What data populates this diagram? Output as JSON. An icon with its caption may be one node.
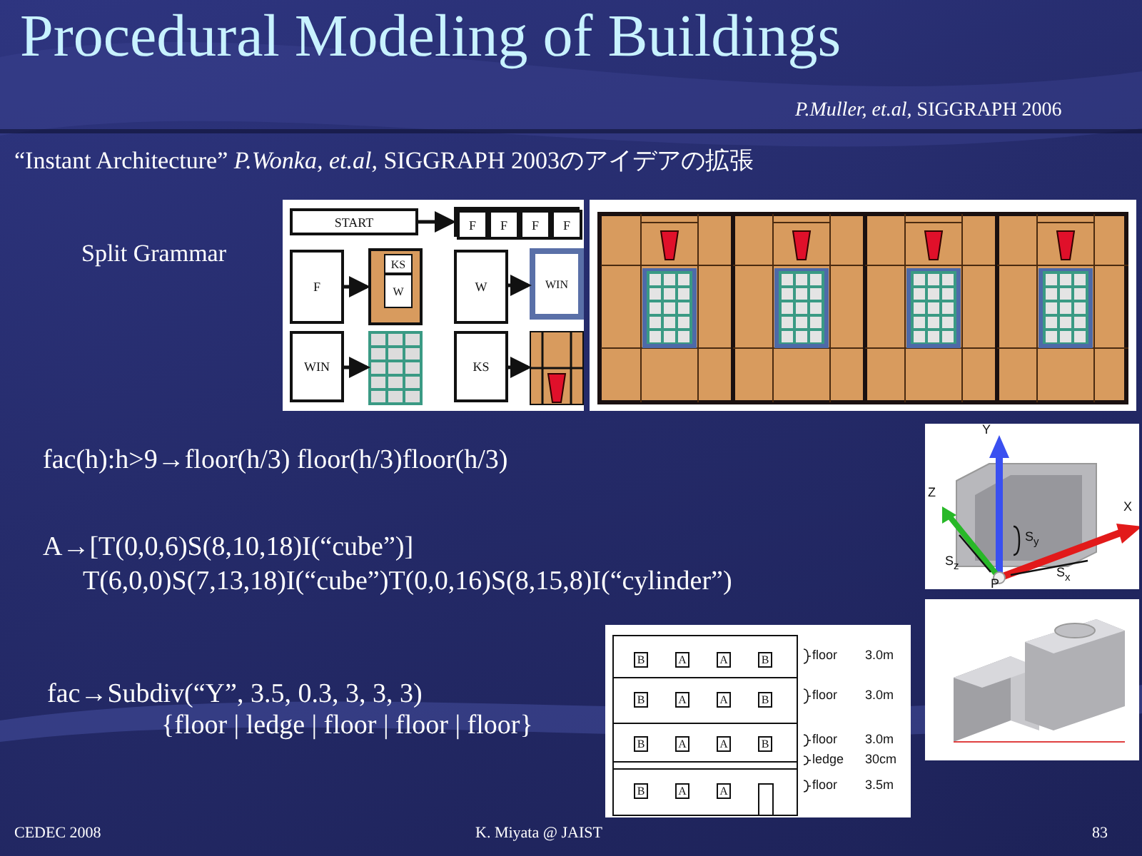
{
  "diagram": {
    "title": "Procedural Modeling of Buildings",
    "nodes": [
      {
        "text": [
          "START"
        ]
      },
      {
        "text": [],
        "shape": "box"
      },
      {
        "text": [
          "F"
        ],
        "in": 1
      },
      {
        "text": [
          "F"
        ],
        "in": 1
      },
      {
        "text": [
          "F"
        ],
        "in": 1
      },
      {
        "text": [
          "F"
        ],
        "in": 1
      },
      {
        "text": [
          "F"
        ]
      },
      {
        "text": [],
        "shape": "box"
      },
      {
        "text": [
          "KS"
        ],
        "in": 7
      },
      {
        "text": [
          "W"
        ],
        "in": 7
      },
      {
        "text": [
          "W"
        ]
      },
      {
        "text": [
          "WIN"
        ]
      },
      {
        "text": [
          "WIN"
        ]
      },
      {
        "text": [],
        "shape": "picture"
      },
      {
        "text": [
          "KS"
        ]
      },
      {
        "text": [],
        "shape": "picture"
      },
      {
        "text": [],
        "shape": "box"
      },
      {
        "text": [
          "B"
        ],
        "in": 16
      },
      {
        "text": [
          "A"
        ],
        "in": 16
      },
      {
        "text": [
          "A"
        ],
        "in": 16
      },
      {
        "text": [
          "B"
        ],
        "in": 16
      },
      {
        "text": [
          "B"
        ],
        "in": 16
      },
      {
        "text": [
          "A"
        ],
        "in": 16
      },
      {
        "text": [
          "A"
        ],
        "in": 16
      },
      {
        "text": [
          "B"
        ],
        "in": 16
      },
      {
        "text": [
          "B"
        ],
        "in": 16
      },
      {
        "text": [
          "A"
        ],
        "in": 16
      },
      {
        "text": [
          "A"
        ],
        "in": 16
      },
      {
        "text": [
          "B"
        ],
        "in": 16
      },
      {
        "text": [
          "B"
        ],
        "in": 16
      },
      {
        "text": [
          "A"
        ],
        "in": 16
      },
      {
        "text": [
          "A"
        ],
        "in": 16
      },
      {
        "text": [],
        "shape": "box",
        "in": 16
      }
    ],
    "edges": [
      {
        "from": 0,
        "to": 1,
        "arrow": "to"
      },
      {
        "from": 6,
        "to": 7,
        "arrow": "to"
      },
      {
        "from": 10,
        "to": 11,
        "arrow": "to"
      },
      {
        "from": 12,
        "to": 13,
        "arrow": "to"
      },
      {
        "from": 14,
        "to": 15,
        "arrow": "to"
      }
    ],
    "labels": [
      "*P.Muller, et.al,* SIGGRAPH 2006",
      "“Instant Architecture” *P.Wonka, et.al,* SIGGRAPH 2003のアイデアの拡張",
      "Split Grammar",
      "fac(h):h>9→floor(h/3) floor(h/3)floor(h/3)",
      "Y",
      "Z",
      "X",
      "S$_{y}$",
      "S$_{z}$",
      "S$_{x}$",
      "P",
      "A→[T(0,0,6)S(8,10,18)I(“cube”)] T(6,0,0)S(7,13,18)I(“cube”)T(0,0,16)S(8,15,8)I(“cylinder”)",
      "fac→Subdiv(“Y”, 3.5, 0.3, 3, 3, 3)",
      "{floor | ledge | floor | floor | floor}",
      "floor",
      "3.0m",
      "floor",
      "3.0m",
      "floor",
      "3.0m",
      "ledge",
      "30cm",
      "floor",
      "3.5m",
      "CEDEC 2008",
      "K. Miyata @ JAIST",
      "83"
    ]
  }
}
